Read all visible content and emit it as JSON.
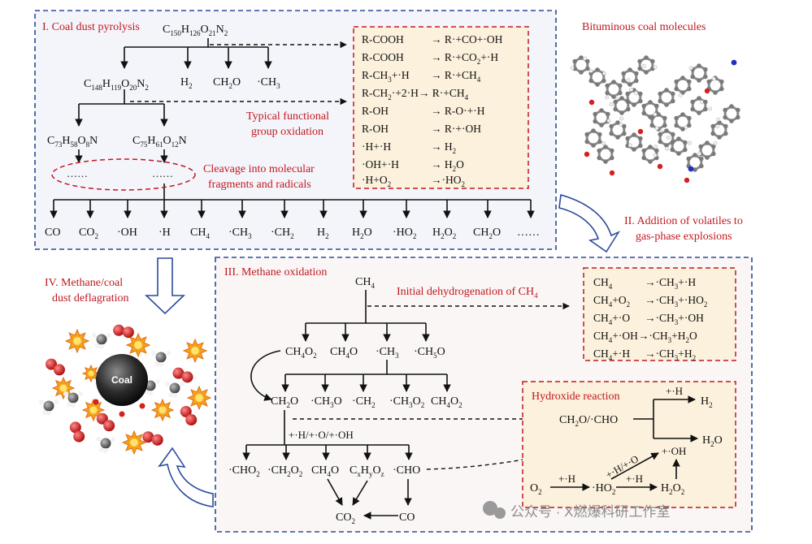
{
  "panel1": {
    "title": "I. Coal dust pyrolysis",
    "top_formula": "C150H126O21N2",
    "second_formula": "C148H119O20N2",
    "first_products": [
      "H2",
      "CH2O",
      "·CH3"
    ],
    "branch_formulas": [
      "C73H58O8N",
      "C75H61O12N"
    ],
    "ellipsis": "……",
    "oxidation_label": [
      "Typical functional",
      "group oxidation"
    ],
    "cleavage_label": [
      "Cleavage into molecular",
      "fragments and radicals"
    ],
    "products": [
      "CO",
      "CO2",
      "·OH",
      "·H",
      "CH4",
      "·CH3",
      "·CH2",
      "H2",
      "H2O",
      "·HO2",
      "H2O2",
      "CH2O",
      "……"
    ],
    "reactions": [
      {
        "left": "R-COOH",
        "right": "→ R·+CO+·OH"
      },
      {
        "left": "R-COOH",
        "right": "→ R·+CO2+·H"
      },
      {
        "left": "R-CH3+·H",
        "right": "→ R·+CH4"
      },
      {
        "left": "R-CH2·+2·H",
        "right": "→ R·+CH4"
      },
      {
        "left": "R-OH",
        "right": "→ R-O·+·H"
      },
      {
        "left": "R-OH",
        "right": "→ R·+·OH"
      },
      {
        "left": "·H+·H",
        "right": "→ H2"
      },
      {
        "left": "·OH+·H",
        "right": "→ H2O"
      },
      {
        "left": "·H+O2",
        "right": "→·HO2"
      }
    ]
  },
  "molecule_label": "Bituminous coal molecules",
  "arrow2_label": [
    "II. Addition of volatiles to",
    "gas-phase explosions"
  ],
  "panel3": {
    "title": "III. Methane oxidation",
    "top": "CH4",
    "dehydro_label": "Initial dehydrogenation of CH4",
    "row1": [
      "CH4O2",
      "CH4O",
      "·CH3",
      "·CH5O"
    ],
    "row2": [
      "CH2O",
      "·CH3O",
      "·CH2",
      "·CH3O2",
      "CH4O2"
    ],
    "attack_label": "+·H/+·O/+·OH",
    "row3": [
      "·CHO2",
      "·CH2O2",
      "CH4O",
      "CxHyOz",
      "·CHO"
    ],
    "final": [
      "CO2",
      "CO"
    ],
    "dehydro_reactions": [
      {
        "left": "CH4",
        "right": "→·CH3+·H"
      },
      {
        "left": "CH4+O2",
        "right": "→·CH3+·HO2"
      },
      {
        "left": "CH4+·O",
        "right": "→·CH3+·OH"
      },
      {
        "left": "CH4+·OH",
        "right": "→·CH3+H2O"
      },
      {
        "left": "CH4+·H",
        "right": "→·CH3+H2"
      }
    ],
    "hydroxide": {
      "title": "Hydroxide reaction",
      "center": "CH2O/·CHO",
      "plus_h": "+·H",
      "h2": "H2",
      "h2o": "H2O",
      "oh": "+·OH",
      "diag": "+·H/+·O",
      "o2": "O2",
      "ho2": "·HO2",
      "h2o2": "H2O2"
    }
  },
  "panel4": {
    "title": [
      "IV. Methane/coal",
      "dust deflagration"
    ],
    "coal_label": "Coal"
  },
  "watermark": "公众号 · X燃爆科研工作室",
  "colors": {
    "panel_border": "#2a4a9a",
    "red": "#c0181f",
    "box_fill": "#fbf1dc",
    "panel_fill": "#f4f5fb"
  }
}
